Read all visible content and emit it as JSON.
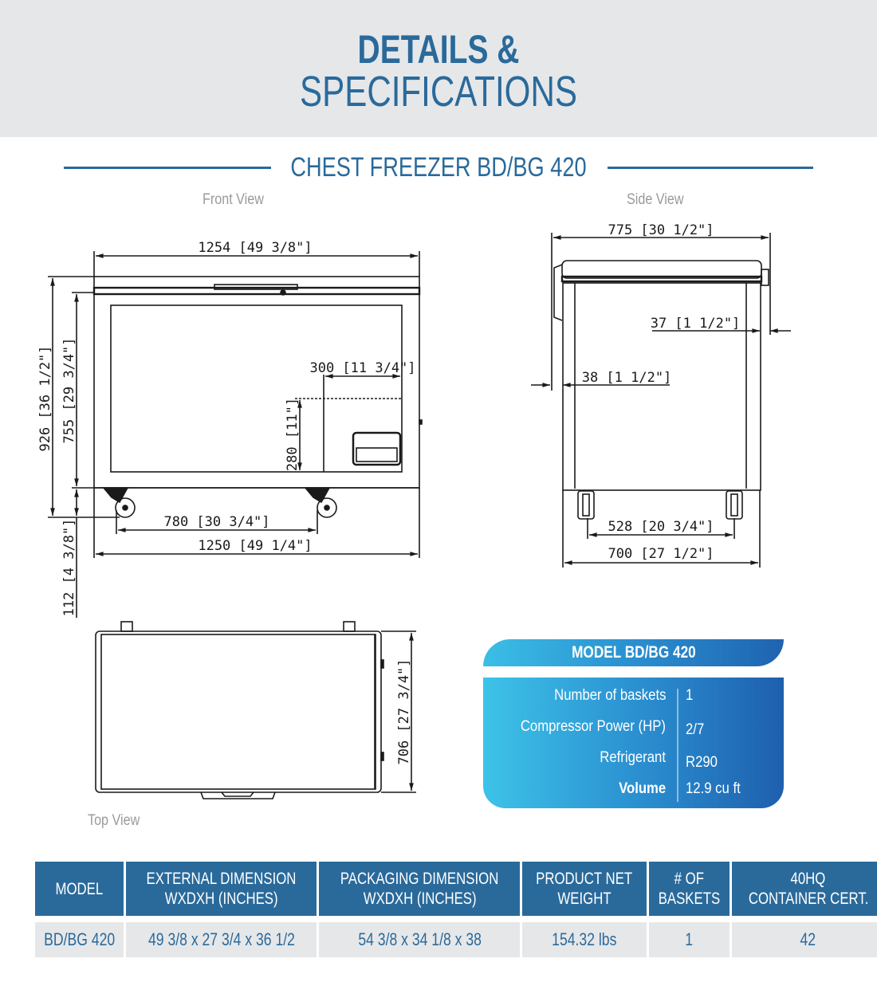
{
  "header": {
    "title_line1": "DETAILS &",
    "title_line2": "SPECIFICATIONS",
    "subtitle": "CHEST FREEZER BD/BG 420"
  },
  "views": {
    "front": {
      "label": "Front View",
      "dims": {
        "top_width": "1254 [49 3/8\"]",
        "bottom_width": "1250 [49 1/4\"]",
        "caster_spacing": "780 [30 3/4\"]",
        "total_height": "926 [36 1/2\"]",
        "body_height": "755 [29 3/4\"]",
        "caster_height": "112 [4 3/8\"]",
        "compressor_width": "300 [11 3/4\"]",
        "compressor_height": "280 [11\"]"
      }
    },
    "side": {
      "label": "Side View",
      "dims": {
        "top_depth": "775 [30 1/2\"]",
        "rear_offset": "37 [1 1/2\"]",
        "front_offset": "38 [1 1/2\"]",
        "caster_spacing": "528 [20 3/4\"]",
        "base_depth": "700 [27 1/2\"]"
      }
    },
    "top": {
      "label": "Top View",
      "dims": {
        "depth": "706 [27 3/4\"]"
      }
    }
  },
  "model_card": {
    "title": "MODEL BD/BG 420",
    "rows": [
      {
        "label": "Number of baskets",
        "value": "1"
      },
      {
        "label": "Compressor Power (HP)",
        "value": "2/7"
      },
      {
        "label": "Refrigerant",
        "value": "R290"
      },
      {
        "label": "Volume",
        "value": "12.9 cu ft"
      }
    ]
  },
  "specs_table": {
    "headers": [
      [
        "MODEL",
        ""
      ],
      [
        "EXTERNAL DIMENSION",
        "WXDXH (INCHES)"
      ],
      [
        "PACKAGING DIMENSION",
        "WXDXH (INCHES)"
      ],
      [
        "PRODUCT NET",
        "WEIGHT"
      ],
      [
        "# OF",
        "BASKETS"
      ],
      [
        "40HQ",
        "CONTAINER CERT."
      ]
    ],
    "rows": [
      [
        "BD/BG 420",
        "49 3/8 x 27 3/4 x 36 1/2",
        "54 3/8 x 34 1/8 x 38",
        "154.32 lbs",
        "1",
        "42"
      ]
    ]
  },
  "colors": {
    "brand_blue": "#2a6a9b",
    "header_bg": "#e6e7e9",
    "card_gradient_start": "#3bbfe6",
    "card_gradient_end": "#1f63b0",
    "label_gray": "#9a9a9a"
  }
}
